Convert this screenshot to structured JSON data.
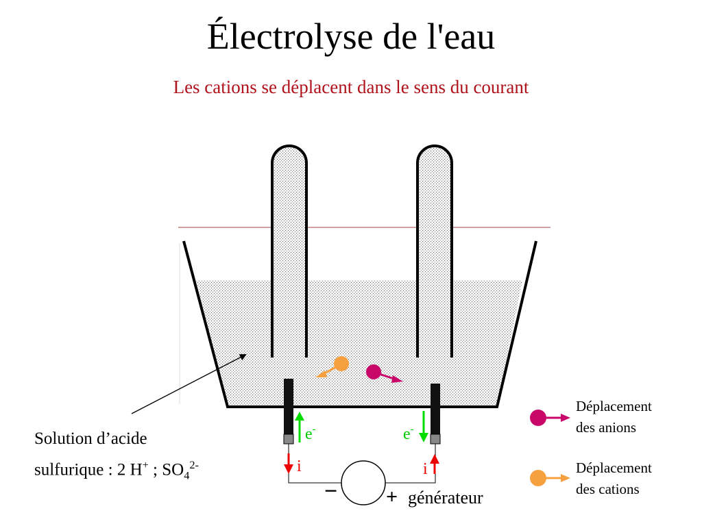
{
  "title": "Électrolyse de l'eau",
  "subtitle": "Les cations se déplacent dans le sens du courant",
  "colors": {
    "subtitle": "#b0121b",
    "anion": "#c8066a",
    "cation": "#f7a040",
    "electron_arrow": "#00dd00",
    "current_arrow": "#ee0000",
    "electrode": "#111111",
    "solution_fill": "dotted grey"
  },
  "labels": {
    "electron_left": "e",
    "electron_left_sup": "-",
    "electron_right": "e",
    "electron_right_sup": "-",
    "current_left": "i",
    "current_right": "i",
    "minus_sign": "−",
    "plus_sign": "+",
    "generator": "générateur"
  },
  "solution": {
    "line1": "Solution d’acide",
    "line2_prefix": "sulfurique  : 2 H",
    "h_sup": "+",
    "separator": " ; SO",
    "so4_sub": "4",
    "so4_sup": "2-"
  },
  "legend": {
    "anions_line1": "Déplacement",
    "anions_line2": "des anions",
    "cations_line1": "Déplacement",
    "cations_line2": "des cations"
  }
}
